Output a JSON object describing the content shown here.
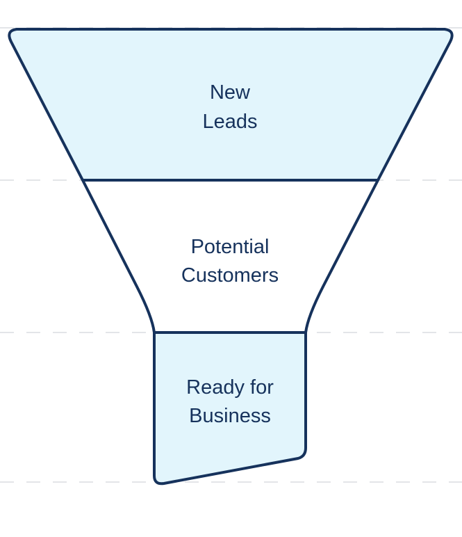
{
  "colors": {
    "outline": "#16325c",
    "text": "#16325c",
    "highlight_fill": "#e2f5fc",
    "plain_fill": "#ffffff",
    "guide_lines": "#e3e5e8"
  },
  "funnel": {
    "stages": [
      {
        "line1": "New",
        "line2": "Leads",
        "highlighted": true
      },
      {
        "line1": "Potential",
        "line2": "Customers",
        "highlighted": false
      },
      {
        "line1": "Ready for",
        "line2": "Business",
        "highlighted": true
      }
    ]
  }
}
